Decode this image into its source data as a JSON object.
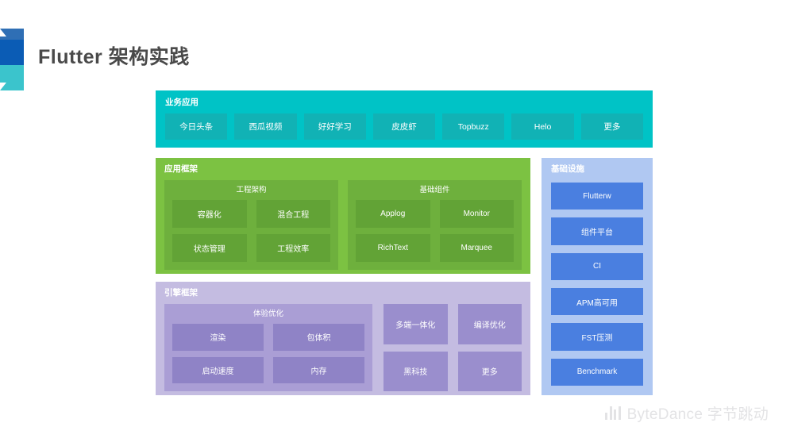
{
  "slide": {
    "title": "Flutter 架构实践",
    "logo_icon": "bytedance-corner-logo"
  },
  "diagram": {
    "business": {
      "label": "业务应用",
      "items": [
        "今日头条",
        "西瓜视频",
        "好好学习",
        "皮皮虾",
        "Topbuzz",
        "Helo",
        "更多"
      ],
      "color": "#00c3c6",
      "chip_color": "#11b2b5"
    },
    "app_framework": {
      "label": "应用框架",
      "color": "#7cc242",
      "group_color": "#6eb03d",
      "cell_color": "#62a336",
      "groups": [
        {
          "title": "工程架构",
          "items": [
            "容器化",
            "混合工程",
            "状态管理",
            "工程效率"
          ]
        },
        {
          "title": "基础组件",
          "items": [
            "Applog",
            "Monitor",
            "RichText",
            "Marquee"
          ]
        }
      ]
    },
    "engine_framework": {
      "label": "引擎框架",
      "color": "#c4bce1",
      "group_color": "#aa9ed5",
      "cell_color": "#8f83c6",
      "card_color": "#9a8ecd",
      "group": {
        "title": "体验优化",
        "items": [
          "渲染",
          "包体积",
          "启动速度",
          "内存"
        ]
      },
      "cards": [
        "多端一体化",
        "编译优化",
        "黑科技",
        "更多"
      ]
    },
    "infrastructure": {
      "label": "基础设施",
      "color": "#b0c8f2",
      "chip_color": "#4a7fe0",
      "items": [
        "Flutterw",
        "组件平台",
        "CI",
        "APM高可用",
        "FST压测",
        "Benchmark"
      ]
    }
  },
  "footer": {
    "brand": "ByteDance 字节跳动",
    "icon": "bar-chart-icon"
  }
}
